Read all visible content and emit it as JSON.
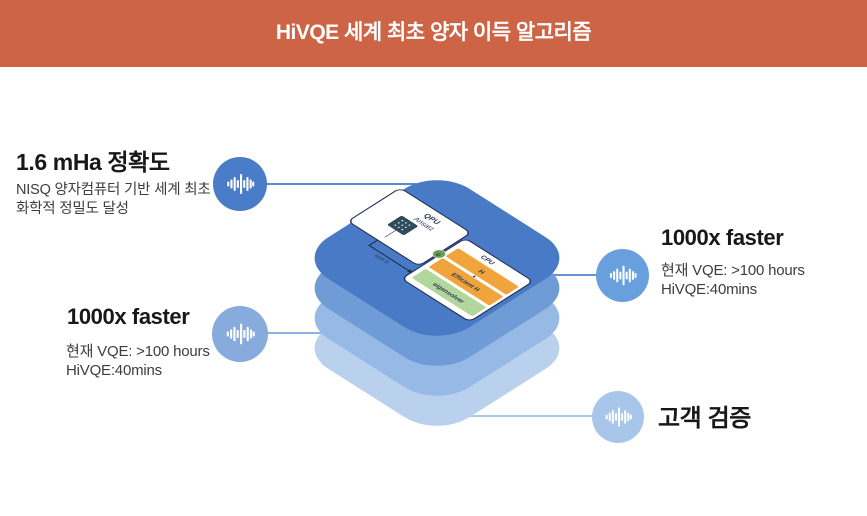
{
  "banner": {
    "title": "HiVQE 세계 최초 양자 이득 알고리즘",
    "bg_color": "#cd6446"
  },
  "callouts": [
    {
      "title": "1.6 mHa 정확도",
      "line1": "NISQ 양자컴퓨터 기반 세계 최초",
      "line2": "화학적 정밀도 달성",
      "icon": "audio-wave-icon",
      "circle_color": "#4a7cc7",
      "line_color": "#5c88cc"
    },
    {
      "title": "1000x faster",
      "line1": "현재 VQE: >100 hours",
      "line2": "HiVQE:40mins",
      "icon": "audio-wave-icon",
      "circle_color": "#68a0de",
      "line_color": "#6396d6"
    },
    {
      "title": "1000x faster",
      "line1": "현재 VQE: >100 hours",
      "line2": "HiVQE:40mins",
      "icon": "audio-wave-icon",
      "circle_color": "#86abdc",
      "line_color": "#8db1e0"
    },
    {
      "title": "고객 검증",
      "icon": "audio-wave-icon",
      "circle_color": "#a8c6e9",
      "line_color": "#aac8ea"
    }
  ],
  "diagram": {
    "layer_colors": [
      "#497ac5",
      "#6f9bd7",
      "#97b9e5",
      "#bad1ee"
    ],
    "qpu_card": {
      "title": "QPU",
      "subtitle": "Ansatz"
    },
    "cpu_card": {
      "title": "CPU",
      "bars": [
        {
          "label": "H",
          "color": "#f1a43b"
        },
        {
          "label": "Efficient H",
          "color": "#f1a43b"
        },
        {
          "label": "eigensolver",
          "color": "#b2d79c"
        }
      ]
    },
    "state_symbol": "ψ",
    "connector_label": "task 8"
  }
}
